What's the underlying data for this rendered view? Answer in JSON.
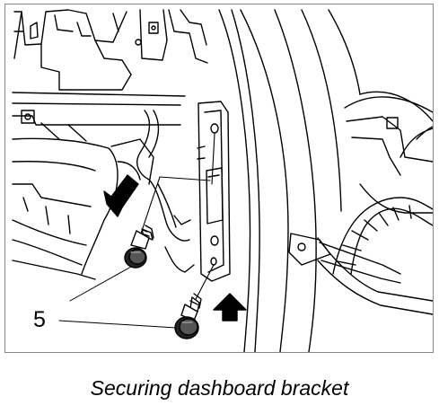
{
  "figure": {
    "callout_number": "5",
    "caption": "Securing dashboard bracket"
  },
  "parts": [
    {
      "callout": "5",
      "item": "bolt"
    }
  ],
  "arrows": [
    {
      "name": "upper-direction-arrow",
      "points_to": "bracket-upper-bolt"
    },
    {
      "name": "lower-direction-arrow",
      "points_to": "bracket-lower-bolt"
    }
  ],
  "colors": {
    "line": "#000000",
    "background": "#ffffff",
    "frame": "#888888"
  }
}
